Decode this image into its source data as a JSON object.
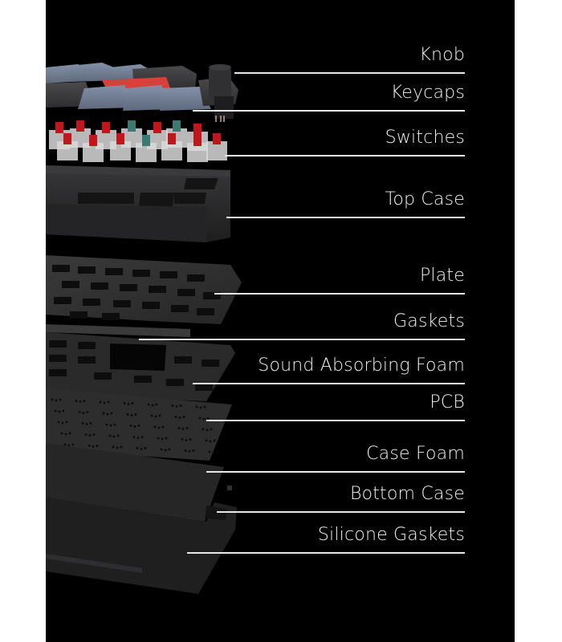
{
  "diagram": {
    "type": "exploded-view",
    "subject": "mechanical keyboard",
    "colors": {
      "background": "#000000",
      "page": "#ffffff",
      "label_text": "#f2f2f2",
      "leader_line": "#e8e8e8",
      "keycap_blue_gray": "#6d7a90",
      "keycap_dark": "#3a3a3c",
      "keycap_accent_red": "#d8403c",
      "switch_stem_red": "#c0161c",
      "switch_stem_teal": "#3a7a72",
      "case_dark": "#2a2a2b"
    },
    "components": [
      {
        "id": "knob",
        "label": "Knob"
      },
      {
        "id": "keycaps",
        "label": "Keycaps"
      },
      {
        "id": "switches",
        "label": "Switches"
      },
      {
        "id": "top-case",
        "label": "Top Case"
      },
      {
        "id": "plate",
        "label": "Plate"
      },
      {
        "id": "gaskets",
        "label": "Gaskets"
      },
      {
        "id": "sound-absorbing-foam",
        "label": "Sound Absorbing Foam"
      },
      {
        "id": "pcb",
        "label": "PCB"
      },
      {
        "id": "case-foam",
        "label": "Case Foam"
      },
      {
        "id": "bottom-case",
        "label": "Bottom Case"
      },
      {
        "id": "silicone-gaskets",
        "label": "Silicone Gaskets"
      }
    ]
  }
}
